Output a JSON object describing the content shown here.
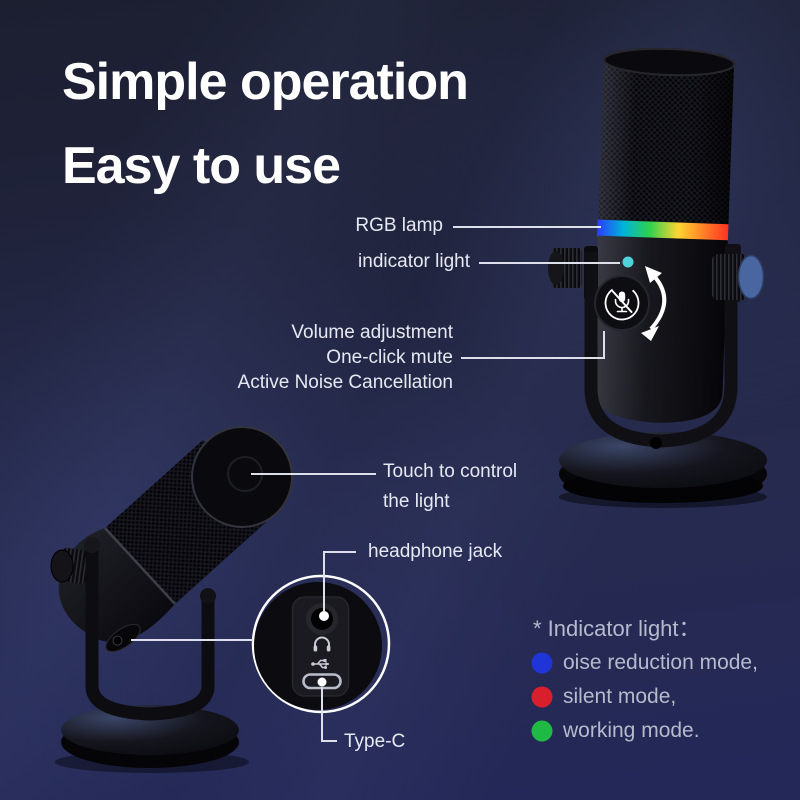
{
  "title": {
    "line1": "Simple operation",
    "line2": "Easy to use"
  },
  "callouts": {
    "rgb_lamp": "RGB lamp",
    "indicator_light": "indicator light",
    "volume_line1": "Volume adjustment",
    "volume_line2": "One-click mute",
    "volume_line3": "Active Noise Cancellation",
    "touch_line1": "Touch to control",
    "touch_line2": "the light",
    "headphone_jack": "headphone jack",
    "type_c": "Type-C"
  },
  "legend": {
    "title": "* Indicator light：",
    "items": [
      {
        "label": "oise reduction mode,",
        "color": "#1f35d8"
      },
      {
        "label": "silent mode,",
        "color": "#da1f2c"
      },
      {
        "label": "working mode.",
        "color": "#1fba43"
      }
    ]
  },
  "colors": {
    "background_top": "#1c1f30",
    "background_bottom": "#242859",
    "title_text": "#ffffff",
    "label_text": "#e6e9f2",
    "legend_text": "#b6bacd",
    "callout_line": "#dde0ea",
    "indicator_dot": "#4fd2da",
    "thumbscrew_blue": "#4a66a0",
    "rgb_lamp": [
      "#2a3cff",
      "#00b4d8",
      "#2fd14e",
      "#ffd531",
      "#ff7d26",
      "#ff3322"
    ]
  }
}
